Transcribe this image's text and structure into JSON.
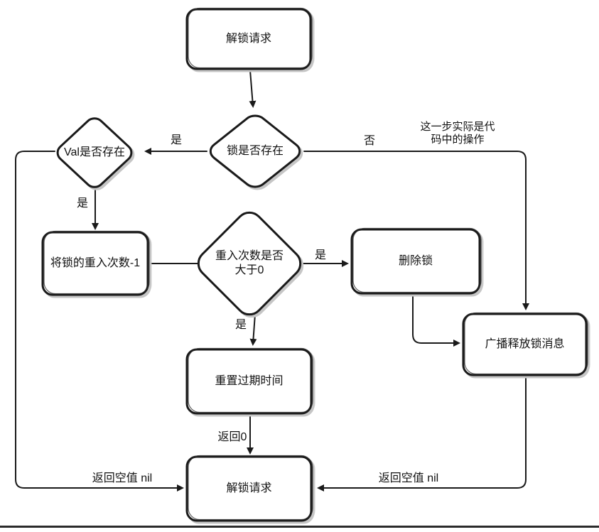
{
  "diagram": {
    "nodes": {
      "start": {
        "label": "解锁请求"
      },
      "lock_exists": {
        "label": "锁是否存在"
      },
      "val_exists": {
        "label": "Val是否存在"
      },
      "decrement_reentrant": {
        "label": "将锁的重入次数-1"
      },
      "reentrant_gt_zero": {
        "label": "重入次数是否\n大于0"
      },
      "delete_lock": {
        "label": "删除锁"
      },
      "broadcast_release": {
        "label": "广播释放锁消息"
      },
      "reset_expiry": {
        "label": "重置过期时间"
      },
      "end": {
        "label": "解锁请求"
      }
    },
    "edge_labels": {
      "lock_exists_yes": "是",
      "lock_exists_no": "否",
      "val_exists_yes": "是",
      "gt_zero_yes_right": "是",
      "gt_zero_yes_down": "是",
      "return_zero": "返回0",
      "return_nil_left": "返回空值 nil",
      "return_nil_right": "返回空值 nil"
    },
    "annotation": "这一步实际是代\n码中的操作",
    "colors": {
      "stroke": "#1a1a1a",
      "shadow": "#c6c6c6",
      "background": "#ffffff",
      "divider": "#2b2b2b"
    }
  }
}
